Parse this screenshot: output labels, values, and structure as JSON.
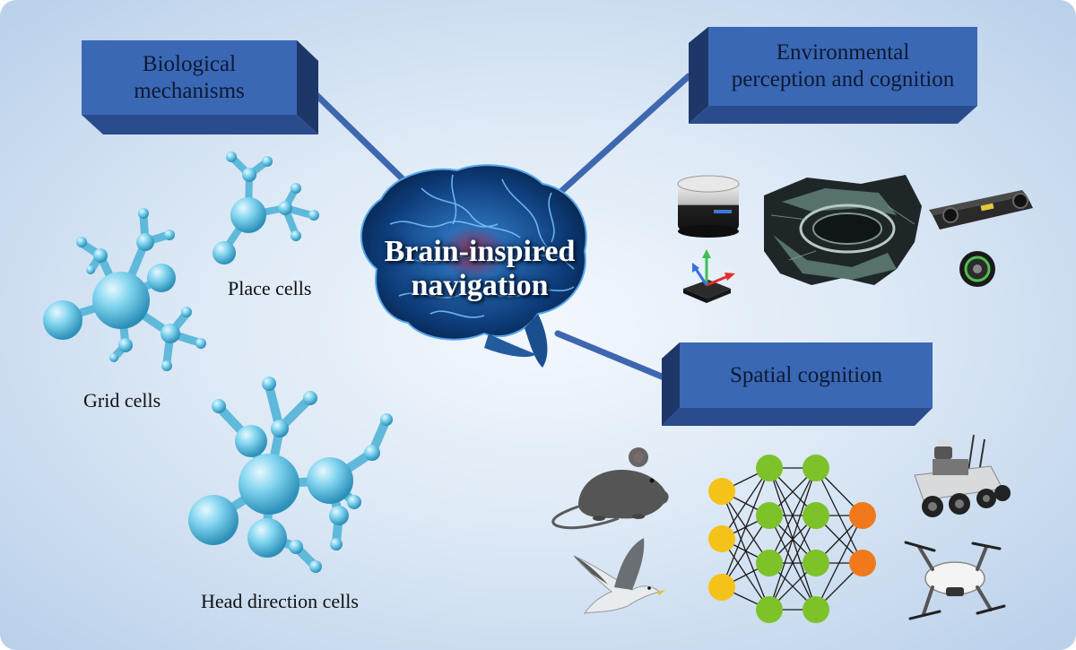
{
  "center": {
    "line1": "Brain-inspired",
    "line2": "navigation"
  },
  "boxes": {
    "biological": {
      "line1": "Biological",
      "line2": "mechanisms"
    },
    "environmental": {
      "line1": "Environmental",
      "line2": "perception and cognition"
    },
    "spatial": {
      "label": "Spatial cognition"
    }
  },
  "cells": {
    "place": "Place cells",
    "grid": "Grid cells",
    "head_direction": "Head direction cells"
  },
  "colors": {
    "box_front": "#3b68b4",
    "box_top": "#2c4f91",
    "box_side": "#1d3768",
    "connector": "#3f67b0",
    "cell": "#6cc8e6",
    "nn_input": "#f5c21a",
    "nn_hidden": "#7ec22a",
    "nn_output": "#f07a1b"
  },
  "icons": [
    "brain-icon",
    "lidar-icon",
    "point-cloud-map-icon",
    "stereo-camera-icon",
    "imu-axes-icon",
    "wheel-encoder-icon",
    "mouse-icon",
    "seagull-icon",
    "neural-network-icon",
    "ground-robot-icon",
    "drone-icon"
  ]
}
